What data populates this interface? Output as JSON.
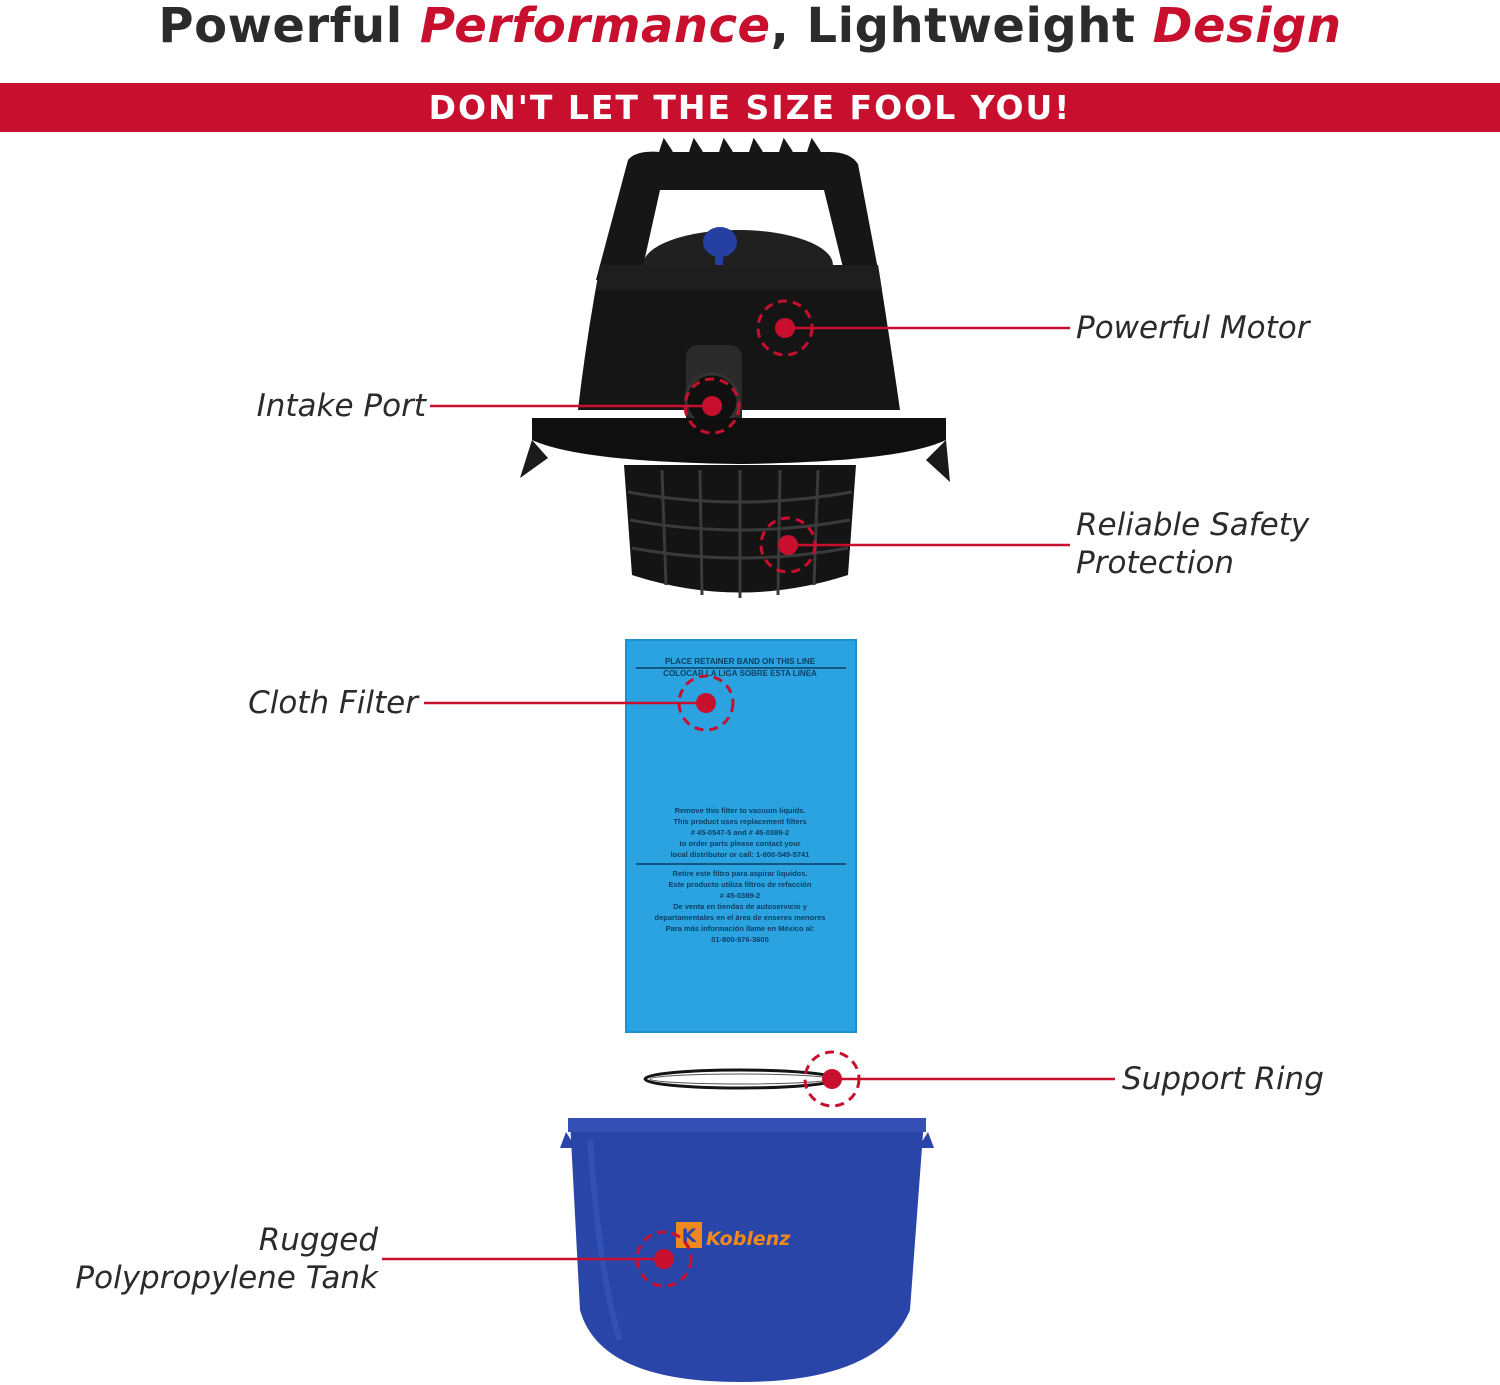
{
  "header": {
    "title_part1": "Powerful ",
    "title_accent1": "Performance",
    "title_part2": ", Lightweight ",
    "title_accent2": "Design",
    "banner": "DON'T LET THE SIZE FOOL YOU!"
  },
  "callouts": {
    "powerful_motor": "Powerful Motor",
    "intake_port": "Intake Port",
    "safety_line1": "Reliable Safety",
    "safety_line2": "Protection",
    "cloth_filter": "Cloth Filter",
    "support_ring": "Support Ring",
    "tank_line1": "Rugged",
    "tank_line2": "Polypropylene Tank"
  },
  "filter_text": {
    "line1": "PLACE RETAINER BAND ON THIS LINE",
    "line2": "COLOCAR LA LIGA SOBRE ESTA LINEA",
    "english": [
      "Remove this filter to vacuum liquids.",
      "This product uses replacement filters",
      "# 45-0547-5 and # 45-0389-2",
      "to order parts please contact your",
      "local distributor or call: 1-800-549-5741"
    ],
    "spanish": [
      "Retire este filtro para aspirar liquidos.",
      "Este producto utiliza filtros de refacción",
      "# 45-0389-2",
      "De venta en tiendas de autoservicio y",
      "departamentales en el área de enseres menores",
      "Para más información llame en México al:",
      "01-800-976-3600"
    ]
  },
  "brand": {
    "logo_letter": "K",
    "logo_text": "Koblenz"
  },
  "colors": {
    "accent": "#c8102e",
    "text": "#2b2b2b",
    "motor": "#141414",
    "filter": "#2aa3e0",
    "tank": "#2a45a8",
    "brand_orange": "#f0891d"
  }
}
